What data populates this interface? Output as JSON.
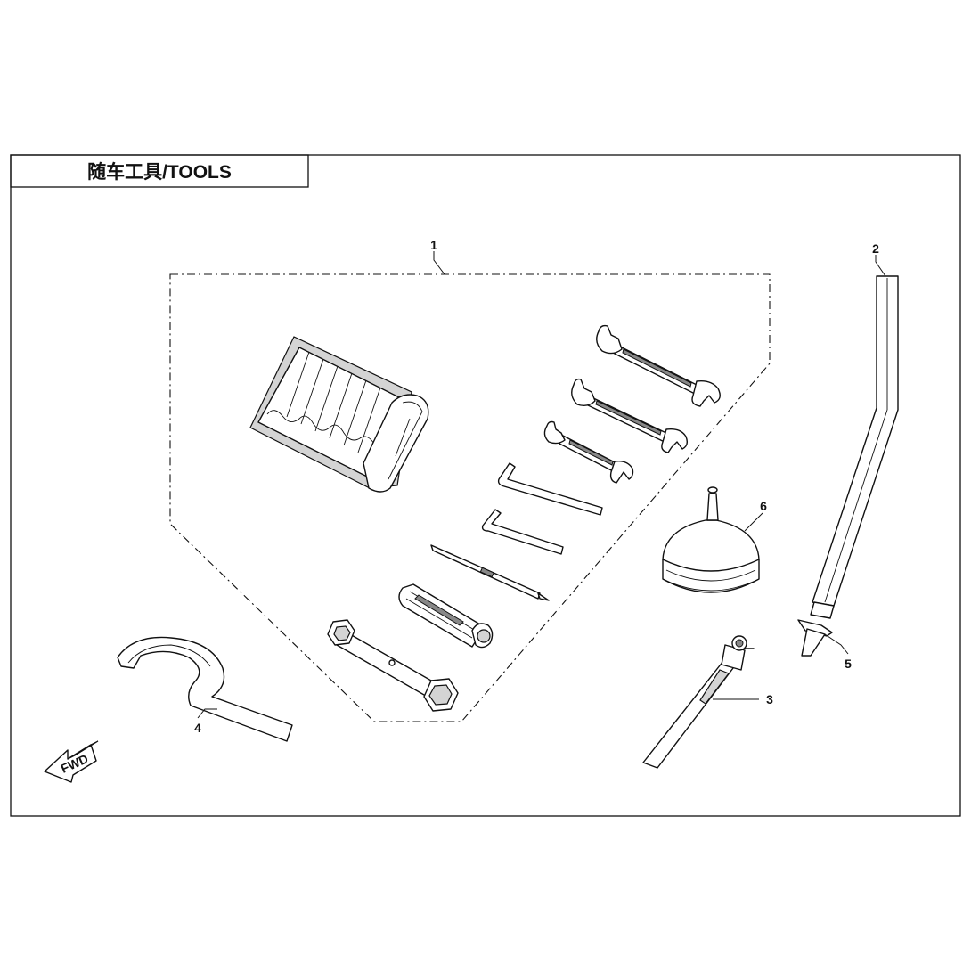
{
  "title": "随车工具/TOOLS",
  "fwd_label": "FWD",
  "callouts": [
    {
      "id": 1,
      "label": "1"
    },
    {
      "id": 2,
      "label": "2"
    },
    {
      "id": 3,
      "label": "3"
    },
    {
      "id": 4,
      "label": "4"
    },
    {
      "id": 5,
      "label": "5"
    },
    {
      "id": 6,
      "label": "6"
    }
  ],
  "colors": {
    "line": "#111111",
    "background": "#ffffff",
    "shade": "#d4d4d4"
  }
}
